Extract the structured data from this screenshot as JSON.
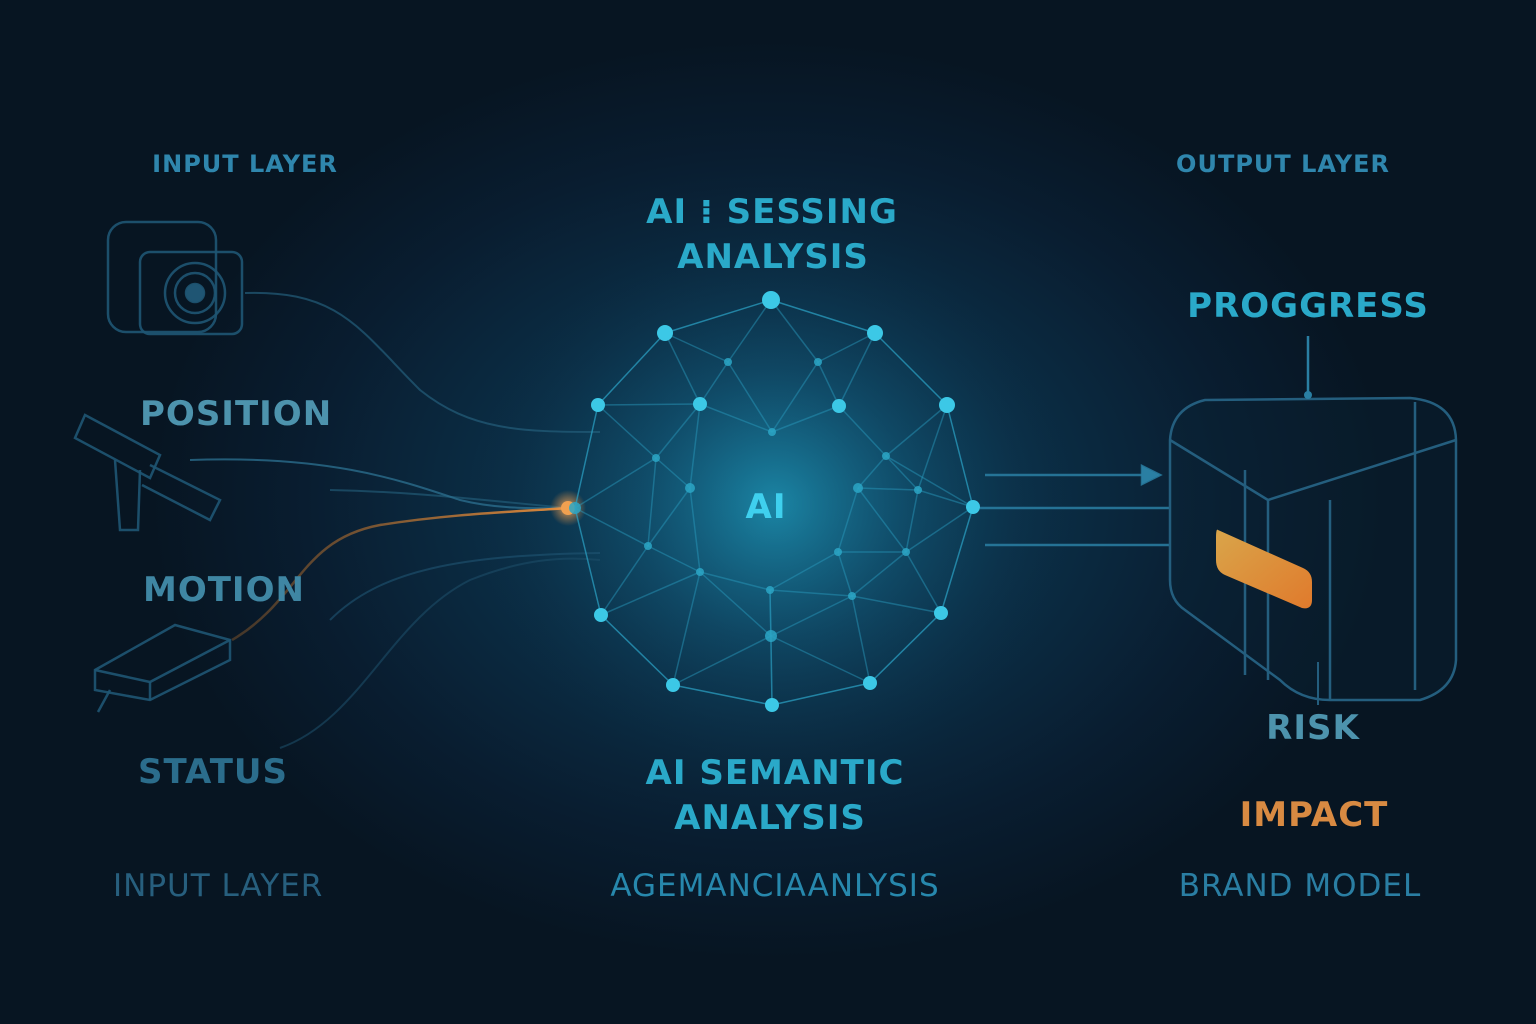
{
  "colors": {
    "background": "#091d30",
    "accent_cyan": "#2aa9c9",
    "node_cyan": "#3cc8e6",
    "label_blue": "#2f7fa3",
    "label_teal": "#4d9bb5",
    "accent_orange": "#e08a3c"
  },
  "input": {
    "header": "INPUT LAYER",
    "footer": "INPUT LAYER",
    "items": [
      "POSITION",
      "MOTION",
      "STATUS"
    ],
    "icons": [
      "camera-icon",
      "sensor-probe-icon",
      "tracker-device-icon"
    ]
  },
  "processing": {
    "top_title_line1": "AI ⁝ SESSING",
    "top_title_line2": "ANALYSIS",
    "core_label": "AI",
    "bottom_title_line1": "AI  SEMANTIC",
    "bottom_title_line2": "ANALYSIS",
    "footer": "AGEMANCIAANLYSIS"
  },
  "output": {
    "header": "OUTPUT LAYER",
    "progress": "PROGGRESS",
    "risk": "RISK",
    "impact": "IMPACT",
    "footer": "BRAND MODEL"
  }
}
